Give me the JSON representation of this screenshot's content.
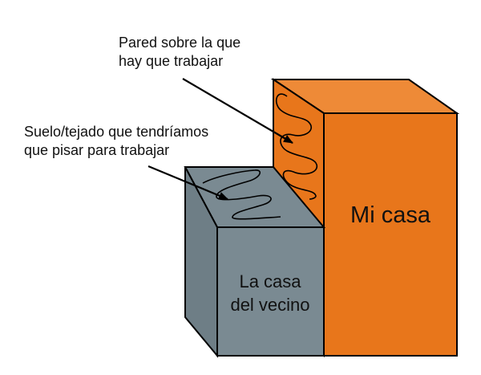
{
  "callouts": {
    "wall": {
      "line1": "Pared sobre la que",
      "line2": "hay que trabajar"
    },
    "roof": {
      "line1": "Suelo/tejado que tendríamos",
      "line2": "que pisar para trabajar"
    }
  },
  "buildings": {
    "my_house": {
      "label": "Mi casa",
      "color": "#e8761b"
    },
    "neighbor_house": {
      "label_line1": "La casa",
      "label_line2": "del vecino",
      "color": "#7a8a92"
    }
  }
}
